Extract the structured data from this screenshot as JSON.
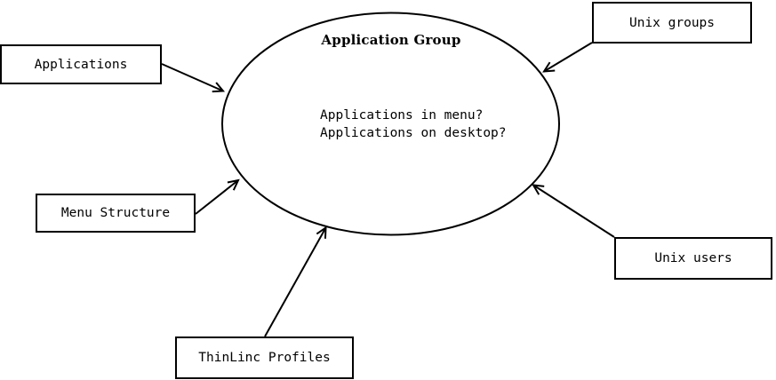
{
  "colors": {
    "ink": "#000000",
    "background": "#ffffff"
  },
  "ellipse": {
    "title": "Application Group",
    "question_line1": "Applications in menu?",
    "question_line2": "Applications on desktop?"
  },
  "nodes": {
    "applications": {
      "label": "Applications"
    },
    "unix_groups": {
      "label": "Unix groups"
    },
    "menu_structure": {
      "label": "Menu Structure"
    },
    "unix_users": {
      "label": "Unix users"
    },
    "thinlinc_profiles": {
      "label": "ThinLinc Profiles"
    }
  }
}
